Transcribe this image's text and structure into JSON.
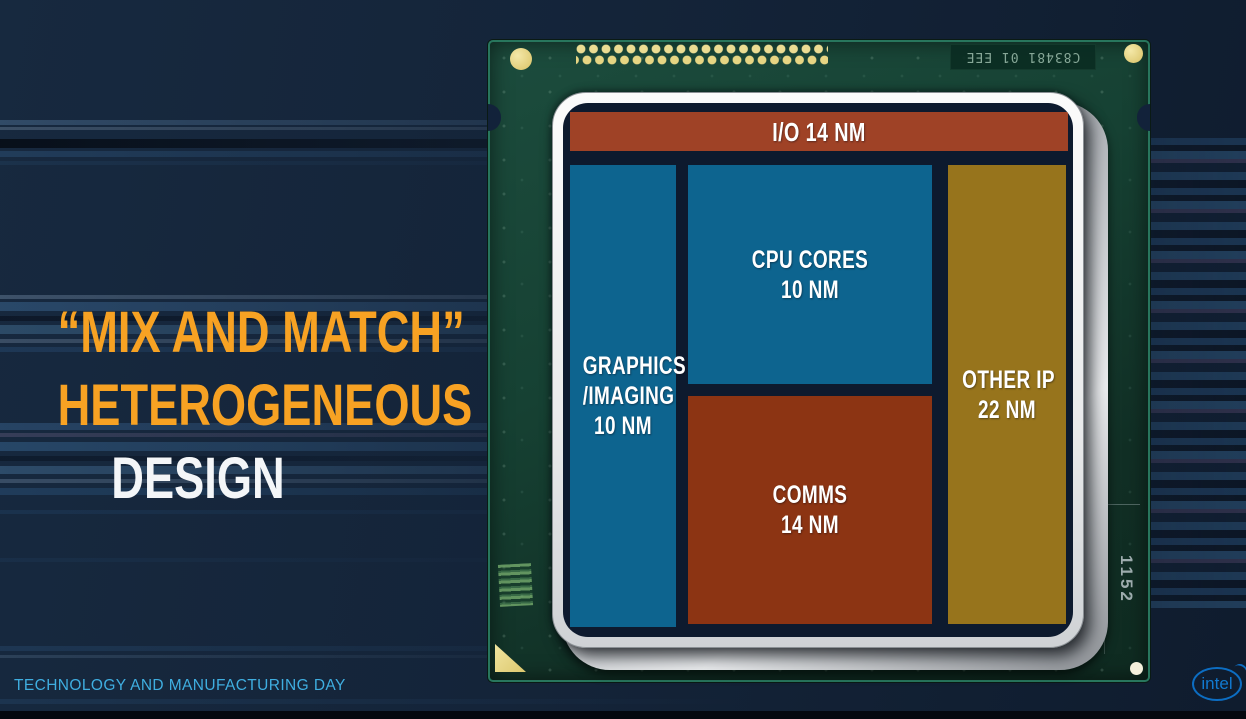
{
  "slide": {
    "title_lines": [
      "“MIX AND MATCH”",
      "HETEROGENEOUS",
      "DESIGN"
    ],
    "footer": "TECHNOLOGY AND MANUFACTURING DAY",
    "logo_text": "intel"
  },
  "colors": {
    "title_accent": "#F7A223",
    "title_last_line": "#F4F6F8",
    "footer_text": "#3FAEE0",
    "logo_blue": "#0C6DC2",
    "block_blue": "#0D648F",
    "block_rust_io": "#9F4226",
    "block_rust_comms": "#8C3413",
    "block_olive": "#97741C",
    "background_navy": "#142439"
  },
  "chip": {
    "top_marking": "C83481 01 EEE",
    "side_marking": "1152",
    "blocks": {
      "io": {
        "lines": [
          "I/O 14 NM"
        ]
      },
      "graphics": {
        "lines": [
          "GRAPHICS",
          "/IMAGING",
          "10 NM"
        ]
      },
      "cpu": {
        "lines": [
          "CPU CORES",
          "10 NM"
        ]
      },
      "comms": {
        "lines": [
          "COMMS",
          "14 NM"
        ]
      },
      "other_ip": {
        "lines": [
          "OTHER IP",
          "22 NM"
        ]
      }
    }
  }
}
